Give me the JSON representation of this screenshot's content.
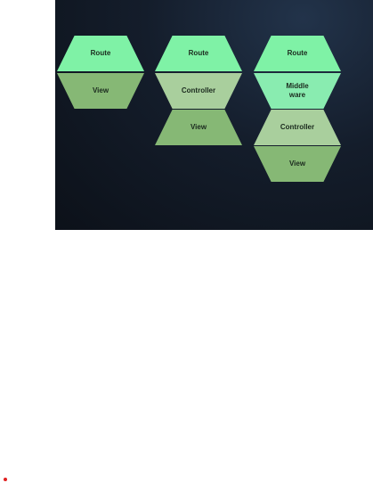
{
  "columns": [
    {
      "blocks": [
        {
          "label": "Route"
        },
        {
          "label": "View"
        }
      ]
    },
    {
      "blocks": [
        {
          "label": "Route"
        },
        {
          "label": "Controller"
        },
        {
          "label": "View"
        }
      ]
    },
    {
      "blocks": [
        {
          "label": "Route"
        },
        {
          "label": "Middle\nware"
        },
        {
          "label": "Controller"
        },
        {
          "label": "View"
        }
      ]
    }
  ],
  "colors": {
    "route": "#7ff2a6",
    "view": "#86b875",
    "controller": "#a9cf9d",
    "middleware": "#89ecb0",
    "background": "#141d2b"
  }
}
